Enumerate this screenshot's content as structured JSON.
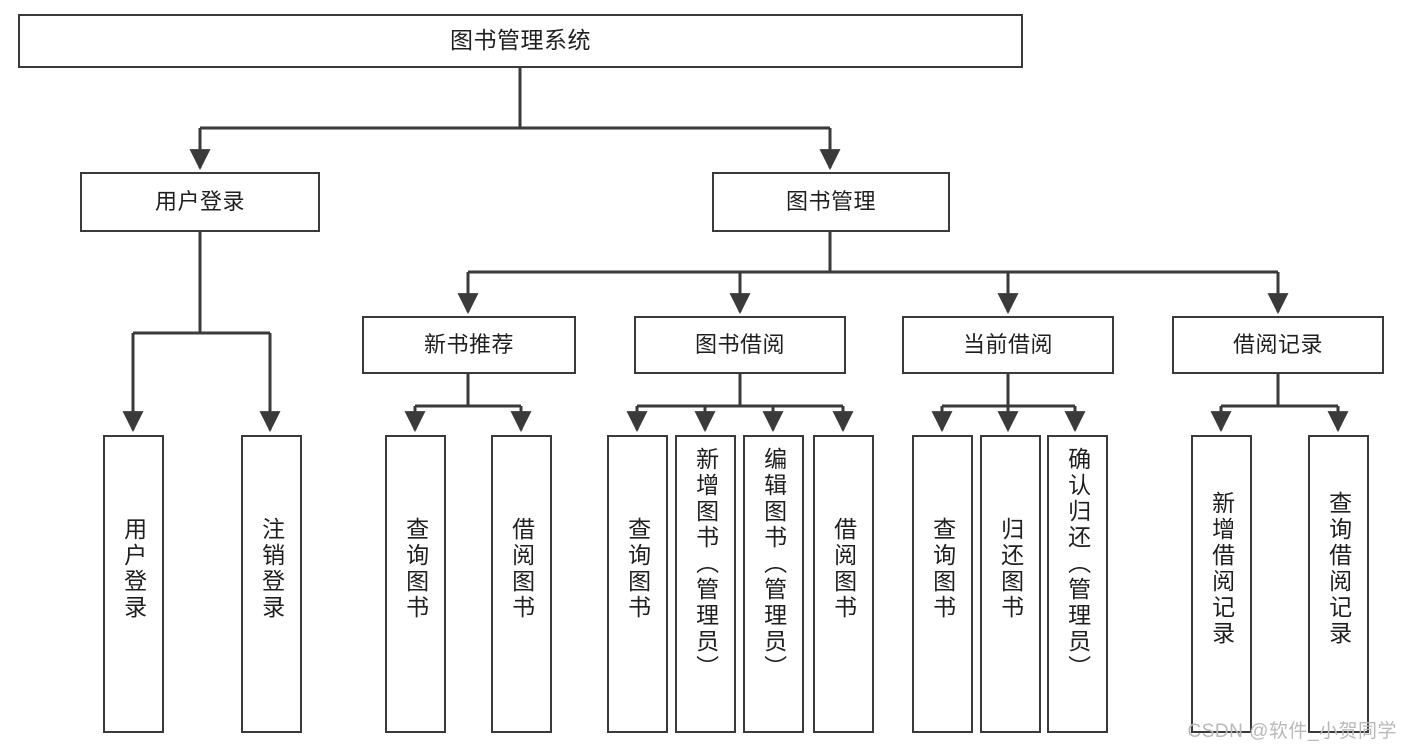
{
  "diagram": {
    "title": "图书管理系统",
    "type": "hierarchy-tree",
    "orientation": "top-down",
    "box_fill": "#ffffff",
    "box_stroke": "#3a3a3a",
    "edge_color": "#3a3a3a",
    "background": "#ffffff"
  },
  "nodes": {
    "root": {
      "label": "图书管理系统",
      "level": 1
    },
    "level2": [
      {
        "id": "user-login",
        "label": "用户登录"
      },
      {
        "id": "book-manage",
        "label": "图书管理"
      }
    ],
    "level3": [
      {
        "id": "new-book-recommend",
        "label": "新书推荐"
      },
      {
        "id": "book-borrow",
        "label": "图书借阅"
      },
      {
        "id": "current-borrow",
        "label": "当前借阅"
      },
      {
        "id": "borrow-record",
        "label": "借阅记录"
      }
    ],
    "leaves": {
      "user_login": [
        {
          "id": "leaf-user-login",
          "label": "用户登录"
        },
        {
          "id": "leaf-logout",
          "label": "注销登录"
        }
      ],
      "new_book_recommend": [
        {
          "id": "leaf-query-book-1",
          "label": "查询图书"
        },
        {
          "id": "leaf-borrow-book-1",
          "label": "借阅图书"
        }
      ],
      "book_borrow": [
        {
          "id": "leaf-query-book-2",
          "label": "查询图书"
        },
        {
          "id": "leaf-add-book",
          "label": "新增图书（管理员）"
        },
        {
          "id": "leaf-edit-book",
          "label": "编辑图书（管理员）"
        },
        {
          "id": "leaf-borrow-book-2",
          "label": "借阅图书"
        }
      ],
      "current_borrow": [
        {
          "id": "leaf-query-book-3",
          "label": "查询图书"
        },
        {
          "id": "leaf-return-book",
          "label": "归还图书"
        },
        {
          "id": "leaf-confirm-return",
          "label": "确认归还（管理员）"
        }
      ],
      "borrow_record": [
        {
          "id": "leaf-add-record",
          "label": "新增借阅记录"
        },
        {
          "id": "leaf-query-record",
          "label": "查询借阅记录"
        }
      ]
    }
  },
  "watermark": {
    "text": "CSDN @软件_小贺同学"
  }
}
